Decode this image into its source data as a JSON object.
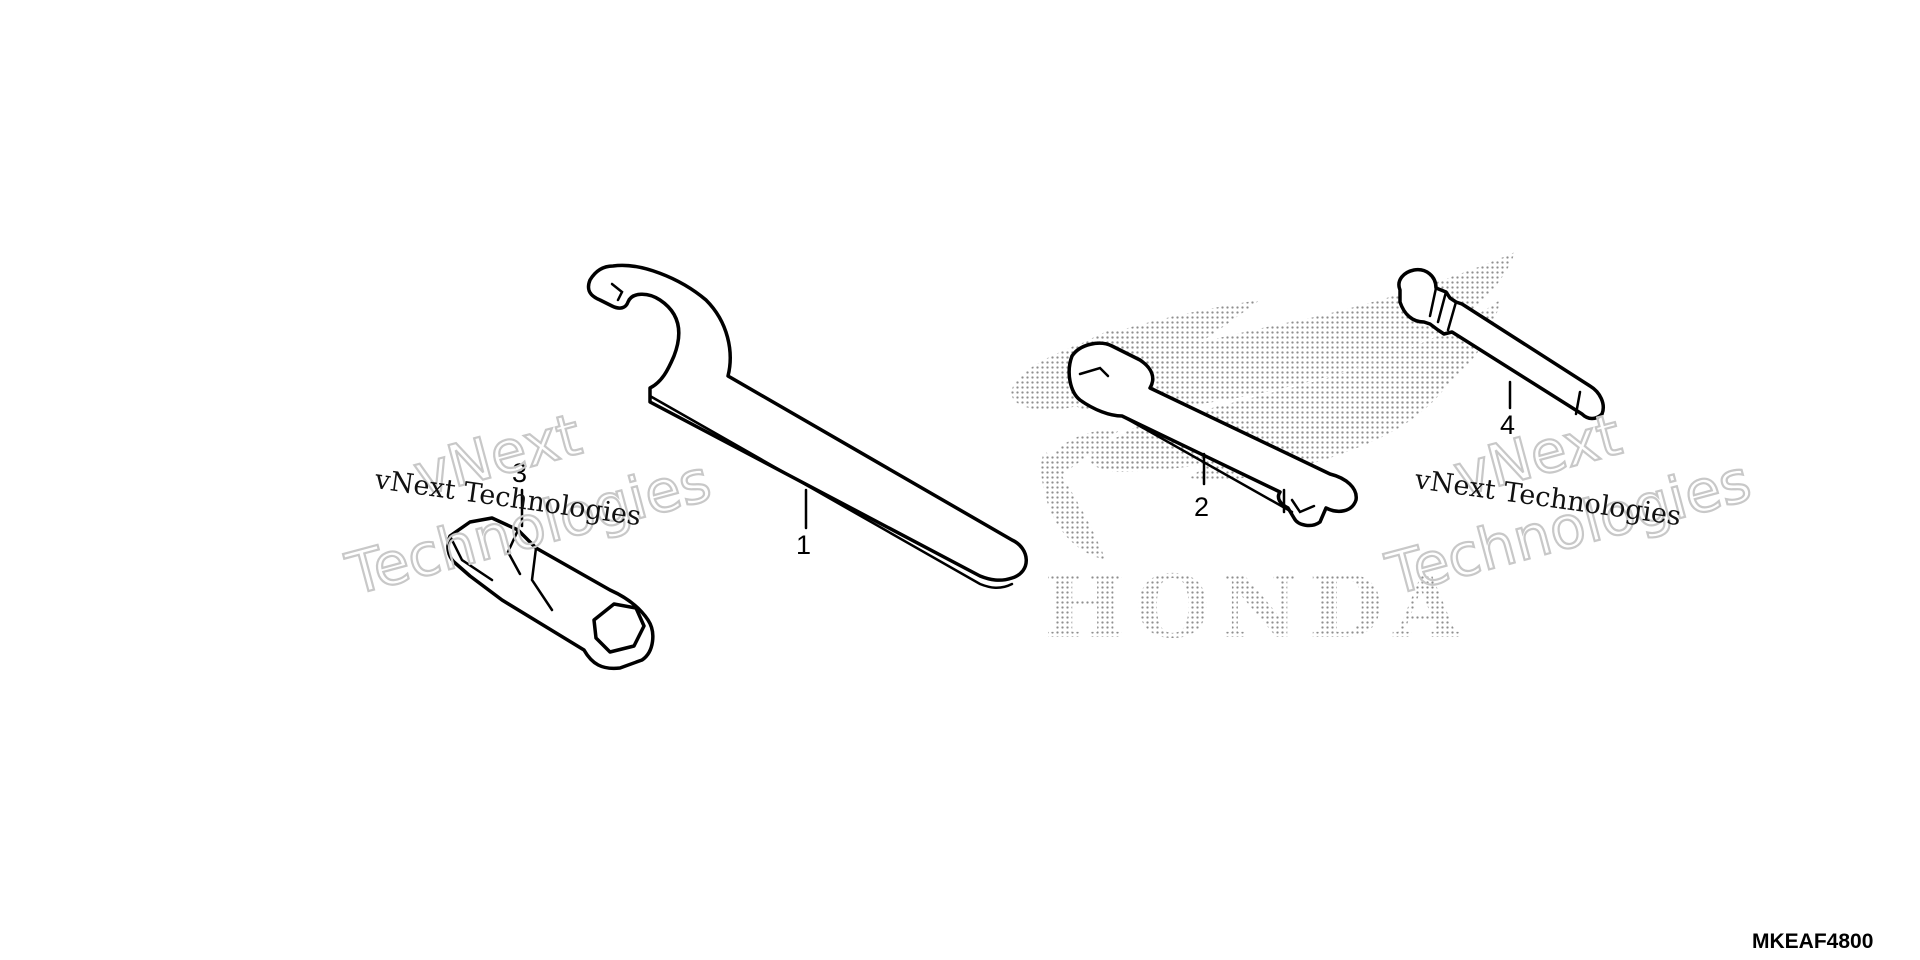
{
  "diagram": {
    "brand_mark": "HONDA",
    "watermark_brand": "vNext",
    "watermark_word": "Technologies",
    "watermark_line": "vNext Technologies",
    "diagram_code": "MKEAF4800",
    "callouts": [
      {
        "id": "1",
        "label": "1",
        "part": "pin spanner wrench"
      },
      {
        "id": "2",
        "label": "2",
        "part": "spoke wrench"
      },
      {
        "id": "3",
        "label": "3",
        "part": "spark plug socket"
      },
      {
        "id": "4",
        "label": "4",
        "part": "extension bar"
      }
    ]
  },
  "colors": {
    "line": "#000000",
    "background": "#ffffff",
    "halftone": "#9a9a9a",
    "watermark_outline": "#c8c8c8"
  }
}
